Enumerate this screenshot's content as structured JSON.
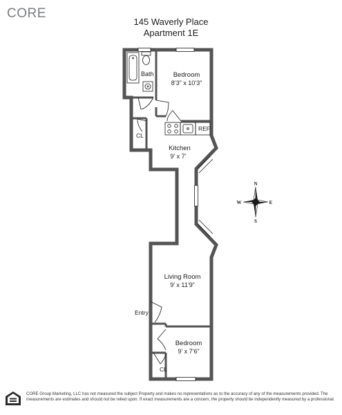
{
  "brand": "CORE",
  "header": {
    "address": "145 Waverly Place",
    "unit": "Apartment 1E"
  },
  "rooms": {
    "bath": "Bath",
    "bedroom_top": {
      "name": "Bedroom",
      "dims": "8’3” x 10’3”"
    },
    "ref": "REF",
    "closet_top": "CL",
    "kitchen": {
      "name": "Kitchen",
      "dims": "9’ x 7’"
    },
    "living": {
      "name": "Living Room",
      "dims": "9’ x 11’9”"
    },
    "entry": "Entry",
    "bedroom_bottom": {
      "name": "Bedroom",
      "dims": "9’ x 7’6”"
    },
    "closet_bottom": "CL"
  },
  "compass": {
    "n": "N",
    "s": "S",
    "e": "E",
    "w": "W"
  },
  "icons": {
    "equal_housing": "equal-housing-icon",
    "compass": "compass-rose-icon"
  },
  "disclaimer": "CORE Group Marketing, LLC has not measured the subject Property and makes no representations as to the accuracy of any of the measurements provided. The measurements are estimates and should not be relied upon. If exact measurements are a concern, the property should be independently measured by a professional.",
  "colors": {
    "wall": "#545454",
    "brand": "#7a7d80",
    "line": "#1a1a1a"
  }
}
